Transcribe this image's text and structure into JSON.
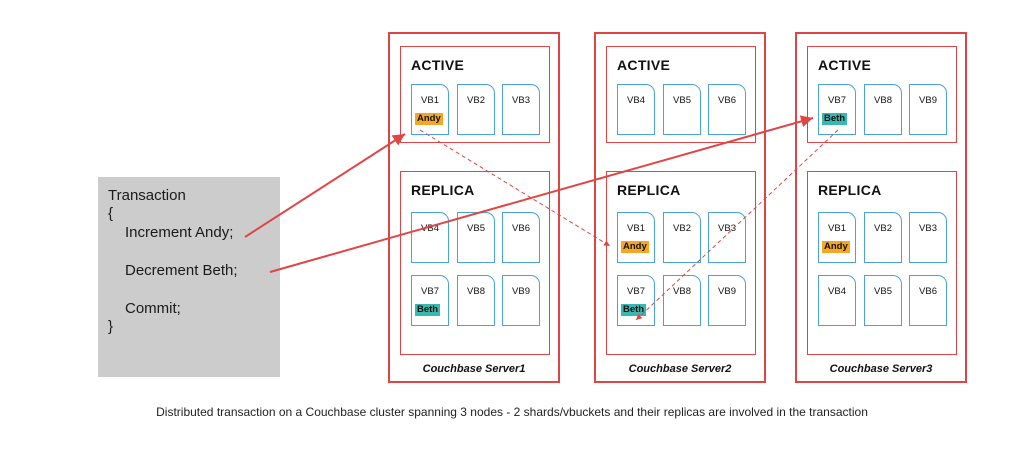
{
  "transaction": {
    "lines": [
      "Transaction",
      "{",
      "Increment Andy;",
      "Decrement Beth;",
      "Commit;",
      "}"
    ]
  },
  "servers": [
    {
      "name": "Couchbase Server1",
      "active_title": "ACTIVE",
      "replica_title": "REPLICA",
      "active": [
        {
          "label": "VB1",
          "chip": "Andy",
          "chip_type": "andy"
        },
        {
          "label": "VB2"
        },
        {
          "label": "VB3"
        }
      ],
      "replica": [
        {
          "label": "VB4"
        },
        {
          "label": "VB5"
        },
        {
          "label": "VB6"
        },
        {
          "label": "VB7",
          "chip": "Beth",
          "chip_type": "beth"
        },
        {
          "label": "VB8"
        },
        {
          "label": "VB9"
        }
      ]
    },
    {
      "name": "Couchbase Server2",
      "active_title": "ACTIVE",
      "replica_title": "REPLICA",
      "active": [
        {
          "label": "VB4"
        },
        {
          "label": "VB5"
        },
        {
          "label": "VB6"
        }
      ],
      "replica": [
        {
          "label": "VB1",
          "chip": "Andy",
          "chip_type": "andy"
        },
        {
          "label": "VB2"
        },
        {
          "label": "VB3"
        },
        {
          "label": "VB7",
          "chip": "Beth",
          "chip_type": "beth"
        },
        {
          "label": "VB8"
        },
        {
          "label": "VB9"
        }
      ]
    },
    {
      "name": "Couchbase Server3",
      "active_title": "ACTIVE",
      "replica_title": "REPLICA",
      "active": [
        {
          "label": "VB7",
          "chip": "Beth",
          "chip_type": "beth"
        },
        {
          "label": "VB8"
        },
        {
          "label": "VB9"
        }
      ],
      "replica": [
        {
          "label": "VB1",
          "chip": "Andy",
          "chip_type": "andy"
        },
        {
          "label": "VB2"
        },
        {
          "label": "VB3"
        },
        {
          "label": "VB4"
        },
        {
          "label": "VB5"
        },
        {
          "label": "VB6"
        }
      ]
    }
  ],
  "caption": "Distributed transaction on a Couchbase cluster spanning 3 nodes - 2 shards/vbuckets and their replicas are involved in the transaction",
  "colors": {
    "border": "#e04545",
    "vbucket": "#4aa3d8",
    "andy": "#f5a623",
    "beth": "#36b9b0",
    "panel": "#cccccc"
  }
}
